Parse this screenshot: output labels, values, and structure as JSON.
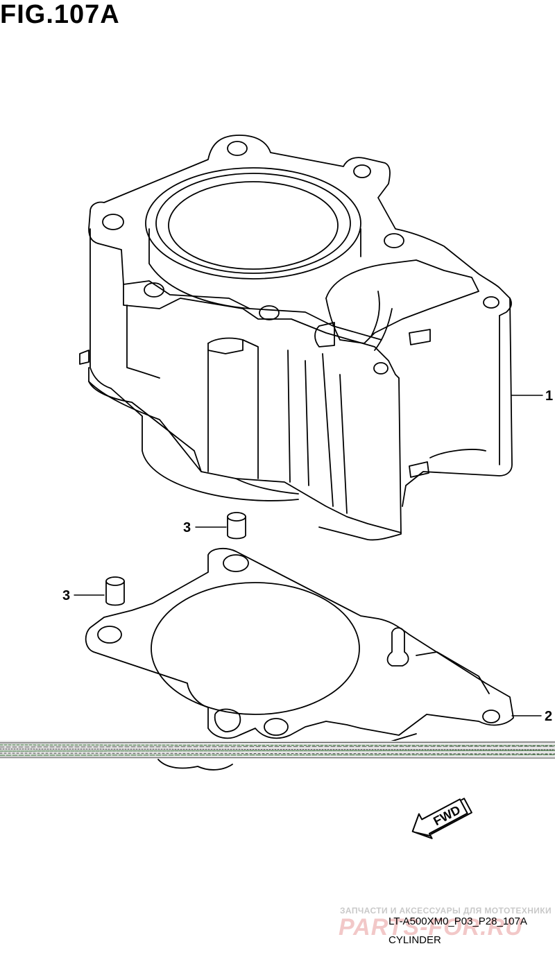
{
  "figure": {
    "title": "FIG.107A"
  },
  "callouts": [
    {
      "id": "1",
      "label": "1"
    },
    {
      "id": "2",
      "label": "2"
    },
    {
      "id": "3a",
      "label": "3"
    },
    {
      "id": "3b",
      "label": "3"
    }
  ],
  "fwd_arrow": {
    "label": "FWD"
  },
  "footer": {
    "watermark_top": "ЗАПЧАСТИ И АКСЕССУАРЫ ДЛЯ МОТОТЕХНИКИ",
    "watermark_big": "PARTS-FOR.RU",
    "code": "LT-A500XM0_P03_P28_107A",
    "caption": "CYLINDER"
  }
}
